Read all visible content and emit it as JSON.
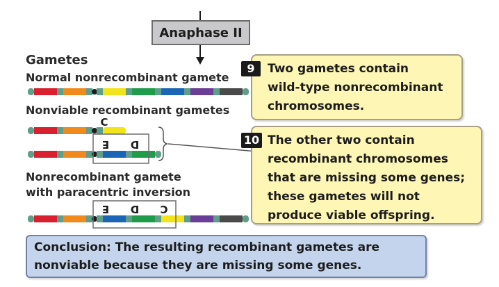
{
  "phase": "Anaphase II",
  "gametes_heading": "Gametes",
  "labels": {
    "normal": "Normal nonrecombinant gamete",
    "nonviable": "Nonviable recombinant gametes",
    "inversion_line1": "Nonrecombinant gamete",
    "inversion_line2": "with paracentric inversion"
  },
  "gene_letters": {
    "c_above": "C",
    "e_inverted": "E",
    "d_inverted": "D",
    "c_inverted": "C"
  },
  "notes": [
    {
      "number": "9",
      "text": "Two gametes contain\nwild-type nonrecombinant\nchromosomes."
    },
    {
      "number": "10",
      "text": "The other two contain\nrecombinant chromosomes\nthat are missing some genes;\nthese gametes will not\nproduce viable offspring."
    }
  ],
  "conclusion": {
    "label": "Conclusion:",
    "text": " The resulting recombinant gametes are\nnonviable because they are missing some genes."
  },
  "colors": {
    "red": "#d8202f",
    "orange": "#f08a1c",
    "yellow": "#f2e31b",
    "green": "#1f9c4a",
    "blue": "#1a65b5",
    "purple": "#6a3d96",
    "gray": "#4a4a4a",
    "teal": "#5f9e8a",
    "centromere": "#1c1c1c"
  },
  "chromosomes": [
    {
      "id": "normal",
      "segments": [
        "teal",
        "red",
        "teal",
        "orange",
        "teal",
        "centromere",
        "teal",
        "yellow",
        "teal",
        "green",
        "teal",
        "blue",
        "teal",
        "purple",
        "teal",
        "gray",
        "teal"
      ]
    },
    {
      "id": "recombinant-1",
      "segments": [
        "teal",
        "red",
        "teal",
        "orange",
        "teal",
        "centromere",
        "teal",
        "yellow"
      ]
    },
    {
      "id": "recombinant-2",
      "segments": [
        "teal",
        "red",
        "teal",
        "orange",
        "teal",
        "centromere",
        "teal",
        "blue",
        "teal",
        "green",
        "teal"
      ]
    },
    {
      "id": "inverted",
      "segments": [
        "teal",
        "red",
        "teal",
        "orange",
        "teal",
        "centromere",
        "teal",
        "blue",
        "teal",
        "green",
        "teal",
        "yellow",
        "teal",
        "purple",
        "teal",
        "gray",
        "teal"
      ]
    }
  ]
}
